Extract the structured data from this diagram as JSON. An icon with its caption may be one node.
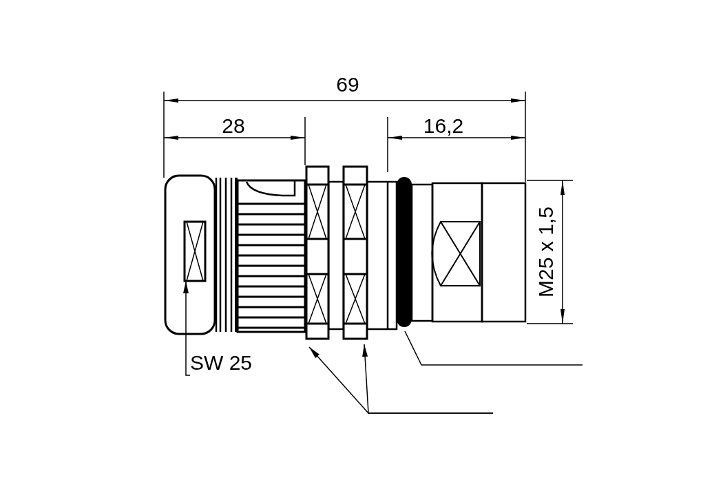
{
  "diagram": {
    "nodes": [
      {
        "text": [
          "SW 25"
        ]
      },
      {
        "text": [],
        "shape": "box"
      },
      {
        "text": [],
        "shape": "box"
      },
      {
        "text": [],
        "shape": "box"
      },
      {
        "text": [],
        "shape": "bar"
      }
    ],
    "edges": [
      {
        "from": 0,
        "to": 1,
        "arrow": "to"
      },
      {
        "from": null,
        "to": 2,
        "arrow": "to"
      },
      {
        "from": null,
        "to": 3,
        "arrow": "to"
      },
      {
        "from": null,
        "to": 4,
        "arrow": "none"
      }
    ],
    "labels": [
      "69",
      "28",
      "16,2",
      "M25 x 1,5"
    ]
  }
}
